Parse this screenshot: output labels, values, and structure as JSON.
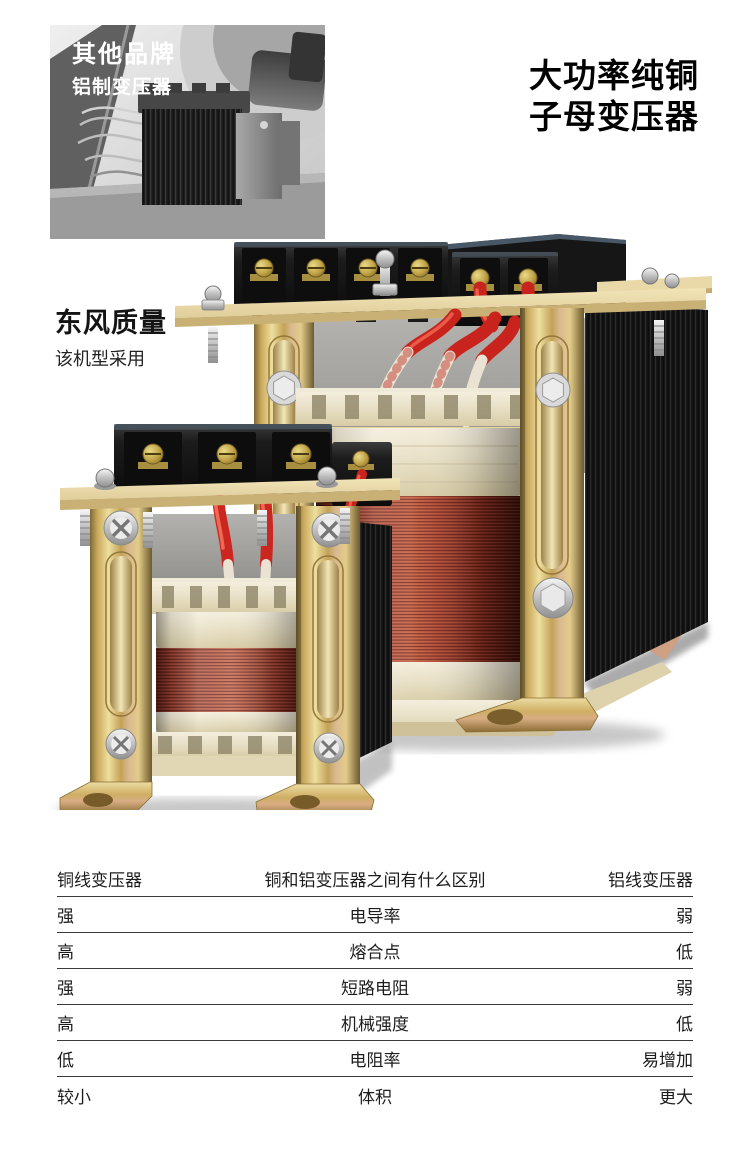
{
  "inset": {
    "title": "其他品牌",
    "subtitle": "铝制变压器"
  },
  "header": {
    "title_line1": "大功率纯铜",
    "title_line2": "子母变压器"
  },
  "quality": {
    "title": "东风质量",
    "subtitle": "该机型采用"
  },
  "table": {
    "header": {
      "left": "铜线变压器",
      "center": "铜和铝变压器之间有什么区别",
      "right": "铝线变压器"
    },
    "rows": [
      {
        "left": "强",
        "center": "电导率",
        "right": "弱"
      },
      {
        "left": "高",
        "center": "熔合点",
        "right": "低"
      },
      {
        "left": "强",
        "center": "短路电阻",
        "right": "弱"
      },
      {
        "left": "高",
        "center": "机械强度",
        "right": "低"
      },
      {
        "left": "低",
        "center": "电阻率",
        "right": "易增加"
      },
      {
        "left": "较小",
        "center": "体积",
        "right": "更大"
      }
    ]
  },
  "colors": {
    "background": "#ffffff",
    "text": "#1c1c1c",
    "table_rule": "#3a3a3a",
    "copper_coil": "#8c2f24",
    "brass_bracket": "#c9a85c",
    "core_black": "#141414",
    "wire_red": "#c8231c",
    "plate_beige": "#e8d6a2",
    "paper_cream": "#e7dfc4"
  }
}
